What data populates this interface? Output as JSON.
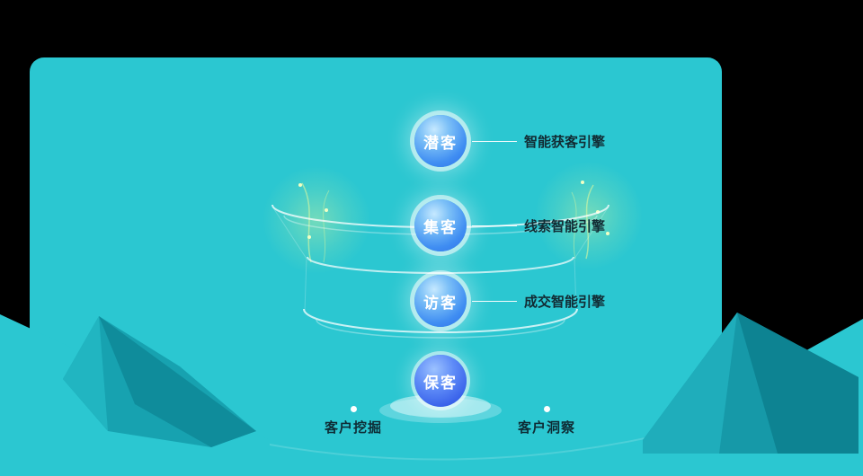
{
  "funnel": {
    "stages": [
      {
        "label": "潜客",
        "engine": "智能获客引擎"
      },
      {
        "label": "集客",
        "engine": "线索智能引擎"
      },
      {
        "label": "访客",
        "engine": "成交智能引擎"
      },
      {
        "label": "保客"
      }
    ]
  },
  "footer": {
    "items": [
      {
        "label": "客户挖掘"
      },
      {
        "label": "客户洞察"
      }
    ]
  },
  "colors": {
    "panel_teal": "#2bc7d1",
    "mountain_teal": "#1699a8",
    "bubble_blue": "#3f8df2",
    "bubble_deep_blue": "#3a63ea",
    "text_dark": "#122b33",
    "glow_green": "#d9f79e"
  }
}
